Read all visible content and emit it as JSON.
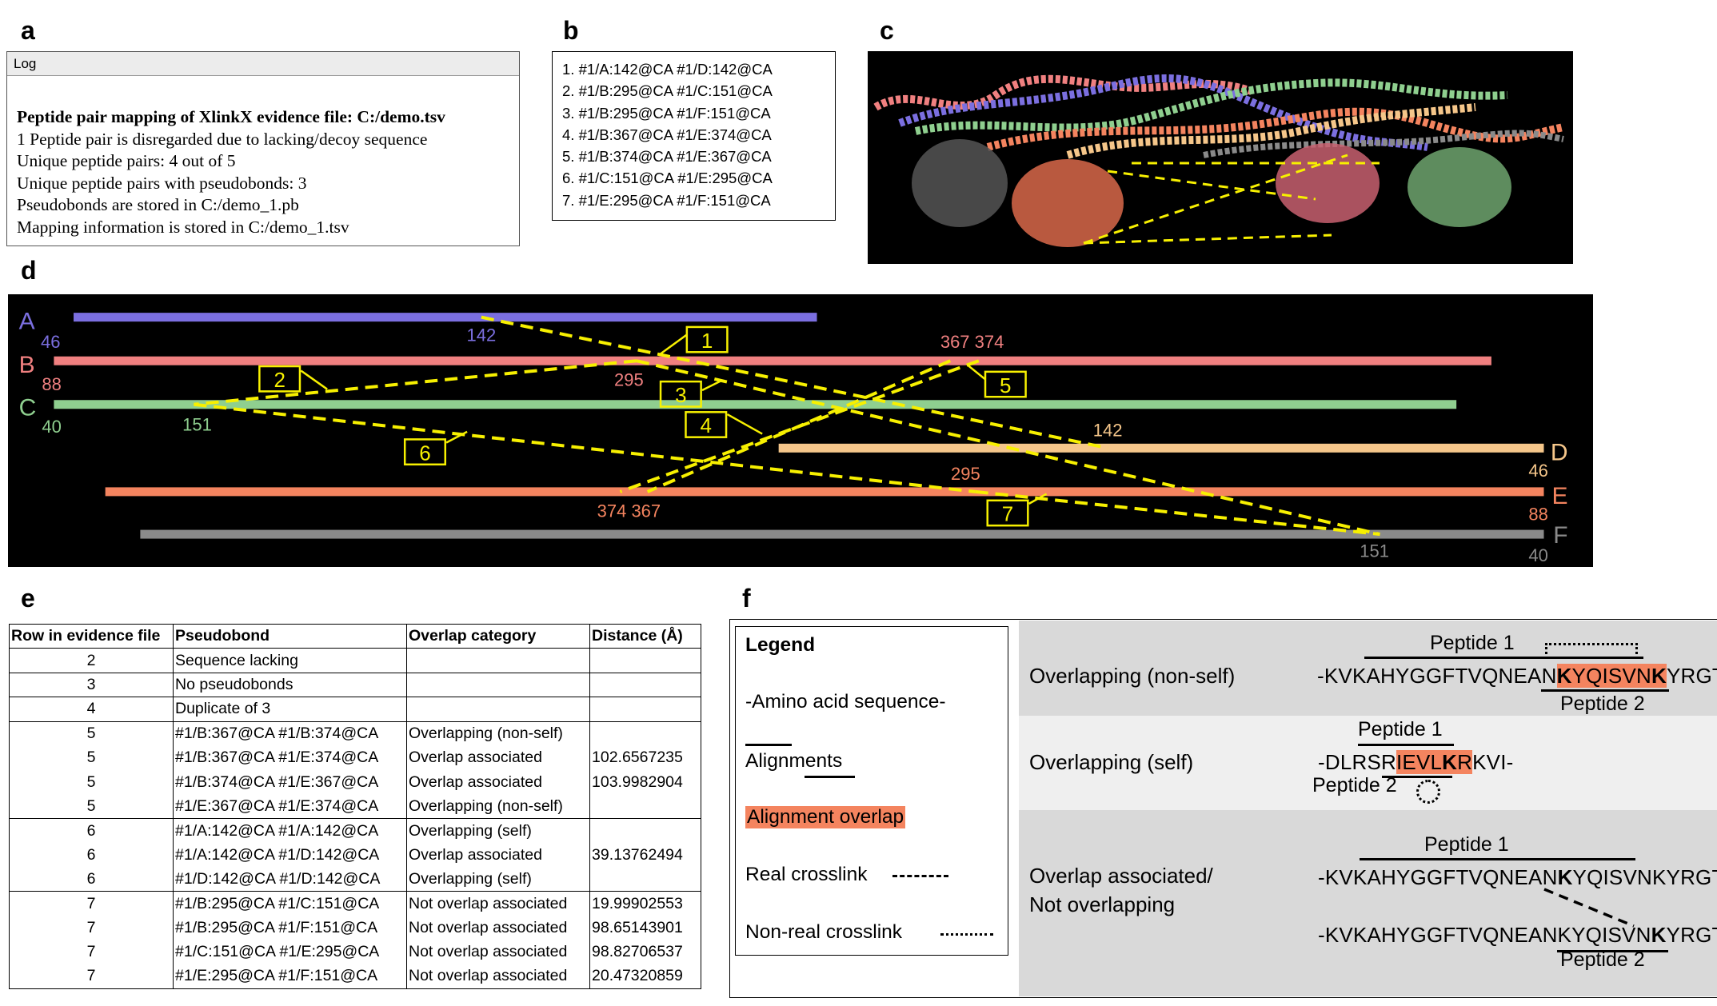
{
  "panel_labels": {
    "a": "a",
    "b": "b",
    "c": "c",
    "d": "d",
    "e": "e",
    "f": "f"
  },
  "panel_a": {
    "window_title": "Log",
    "lines": [
      "Peptide pair mapping of XlinkX evidence file: C:/demo.tsv",
      "1 Peptide pair is disregarded due to lacking/decoy sequence",
      "Unique peptide pairs: 4 out of 5",
      "Unique peptide pairs with pseudobonds: 3",
      "Pseudobonds are stored in C:/demo_1.pb",
      "Mapping information is stored in C:/demo_1.tsv"
    ]
  },
  "panel_b": {
    "items": [
      "1. #1/A:142@CA #1/D:142@CA",
      "2. #1/B:295@CA #1/C:151@CA",
      "3. #1/B:295@CA #1/F:151@CA",
      "4. #1/B:367@CA #1/E:374@CA",
      "5. #1/B:374@CA #1/E:367@CA",
      "6. #1/C:151@CA #1/E:295@CA",
      "7. #1/E:295@CA #1/F:151@CA"
    ]
  },
  "panel_c": {
    "background": "#000000",
    "chain_colors": {
      "A": "#7b6fe0",
      "B": "#f08080",
      "C": "#8fcf8f",
      "D": "#f5c68a",
      "E": "#f4845f",
      "F": "#8a8a8a"
    }
  },
  "panel_d": {
    "background": "#000000",
    "crosslink_color": "#f7f000",
    "chains": [
      {
        "id": "A",
        "color": "#7b6fe0",
        "start_label": "46"
      },
      {
        "id": "B",
        "color": "#f08080",
        "start_label": "88"
      },
      {
        "id": "C",
        "color": "#8fcf8f",
        "start_label": "40"
      },
      {
        "id": "D",
        "color": "#f5c68a",
        "start_label": "46"
      },
      {
        "id": "E",
        "color": "#f4845f",
        "start_label": "88"
      },
      {
        "id": "F",
        "color": "#8a8a8a",
        "start_label": "40"
      }
    ],
    "residue_labels": [
      "142",
      "367 374",
      "295",
      "151",
      "142",
      "295",
      "374 367",
      "151"
    ],
    "crosslinks": [
      {
        "id": "1",
        "from": "A:142",
        "to": "D:142"
      },
      {
        "id": "2",
        "from": "B:295",
        "to": "C:151"
      },
      {
        "id": "3",
        "from": "B:295",
        "to": "F:151"
      },
      {
        "id": "4",
        "from": "B:367",
        "to": "E:374"
      },
      {
        "id": "5",
        "from": "B:374",
        "to": "E:367"
      },
      {
        "id": "6",
        "from": "C:151",
        "to": "E:295"
      },
      {
        "id": "7",
        "from": "E:295",
        "to": "F:151"
      }
    ]
  },
  "panel_e": {
    "headers": [
      "Row in evidence file",
      "Pseudobond",
      "Overlap category",
      "Distance (Å)"
    ],
    "rows": [
      [
        "2",
        "Sequence lacking",
        "",
        ""
      ],
      [
        "3",
        "No pseudobonds",
        "",
        ""
      ],
      [
        "4",
        "Duplicate of 3",
        "",
        ""
      ],
      [
        "5",
        "#1/B:367@CA #1/B:374@CA",
        "Overlapping (non-self)",
        ""
      ],
      [
        "5",
        "#1/B:367@CA #1/E:374@CA",
        "Overlap associated",
        "102.6567235"
      ],
      [
        "5",
        "#1/B:374@CA #1/E:367@CA",
        "Overlap associated",
        "103.9982904"
      ],
      [
        "5",
        "#1/E:367@CA #1/E:374@CA",
        "Overlapping (non-self)",
        ""
      ],
      [
        "6",
        "#1/A:142@CA #1/A:142@CA",
        "Overlapping (self)",
        ""
      ],
      [
        "6",
        "#1/A:142@CA #1/D:142@CA",
        "Overlap associated",
        "39.13762494"
      ],
      [
        "6",
        "#1/D:142@CA #1/D:142@CA",
        "Overlapping (self)",
        ""
      ],
      [
        "7",
        "#1/B:295@CA #1/C:151@CA",
        "Not overlap associated",
        "19.99902553"
      ],
      [
        "7",
        "#1/B:295@CA #1/F:151@CA",
        "Not overlap associated",
        "98.65143901"
      ],
      [
        "7",
        "#1/C:151@CA #1/E:295@CA",
        "Not overlap associated",
        "98.82706537"
      ],
      [
        "7",
        "#1/E:295@CA #1/F:151@CA",
        "Not overlap associated",
        "20.47320859"
      ]
    ]
  },
  "panel_f": {
    "legend": {
      "title": "Legend",
      "amino_acid_sequence": "-Amino acid sequence-",
      "alignments": "Alignments",
      "alignment_overlap": "Alignment overlap",
      "real_crosslink": "Real crosslink",
      "non_real_crosslink": "Non-real crosslink"
    },
    "colors": {
      "overlap": "#f4845f",
      "band_dark": "#d9d9d9",
      "band_light": "#efefef"
    },
    "rows": [
      {
        "category": "Overlapping (non-self)",
        "seq_pre": "-KVKAHYGGFTVQNEAN",
        "seq_hl_k1": "K",
        "seq_hl_mid": "YQISVN",
        "seq_hl_k2": "K",
        "seq_post": "YRGTA-",
        "peptide1": "Peptide 1",
        "peptide2": "Peptide 2"
      },
      {
        "category": "Overlapping (self)",
        "seq_pre": "-DLRSR",
        "seq_hl_a": "IEVL",
        "seq_hl_k": "K",
        "seq_hl_b": "R",
        "seq_post": "KVI-",
        "peptide1": "Peptide 1",
        "peptide2": "Peptide 2"
      },
      {
        "category_line1": "Overlap associated/",
        "category_line2": "Not overlapping",
        "seq1_pre": "-KVKAHYGGFTVQNEAN",
        "seq1_k": "K",
        "seq1_post": "YQISVNKYRGTA-",
        "seq2_pre": "-KVKAHYGGFTVQNEANKYQISVN",
        "seq2_k": "K",
        "seq2_post": "YRGTA-",
        "peptide1": "Peptide 1",
        "peptide2": "Peptide 2"
      }
    ]
  }
}
